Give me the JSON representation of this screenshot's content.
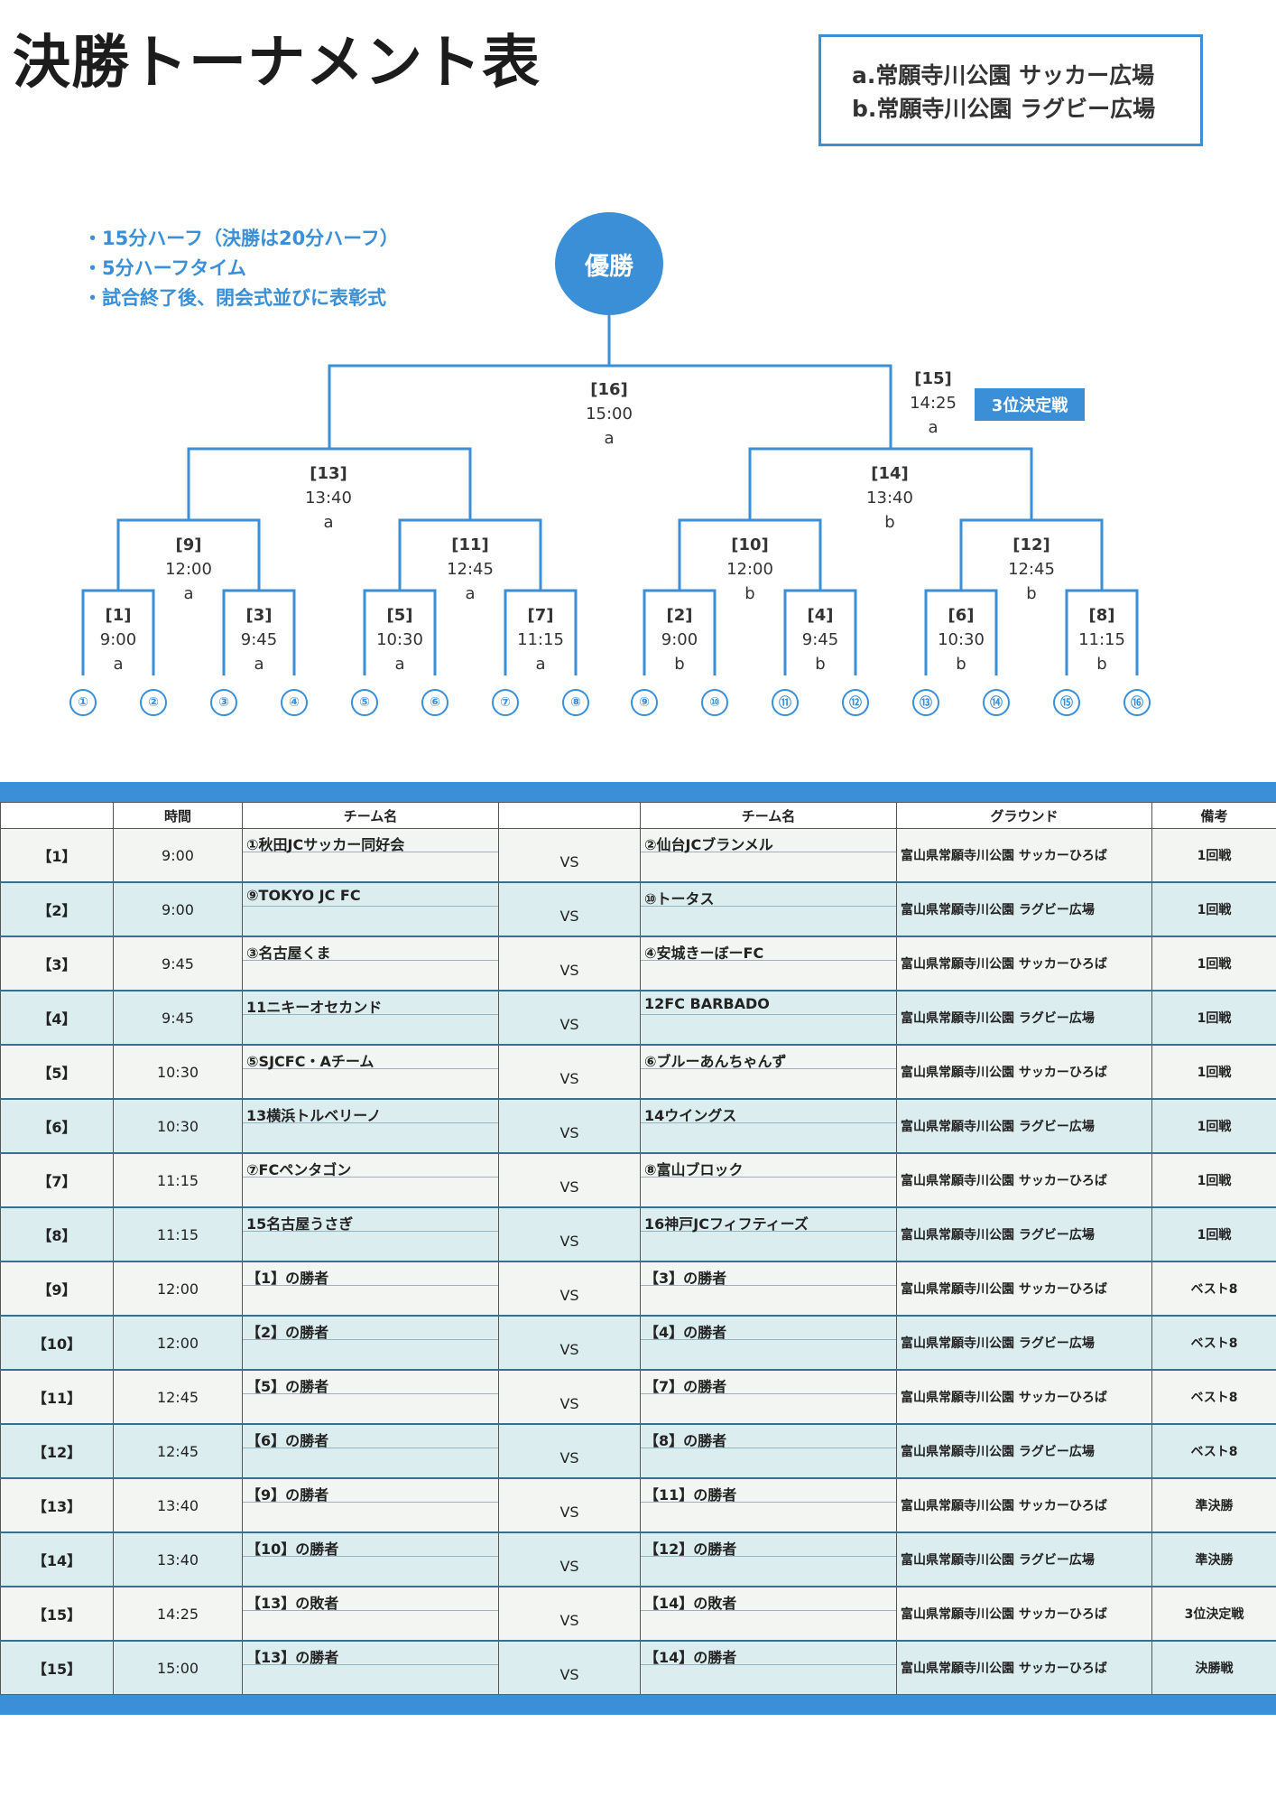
{
  "title": "決勝トーナメント表",
  "venues": [
    "a.常願寺川公園 サッカー広場",
    "b.常願寺川公園 ラグビー広場"
  ],
  "notes": [
    "・15分ハーフ（決勝は20分ハーフ）",
    "・5分ハーフタイム",
    "・試合終了後、閉会式並びに表彰式"
  ],
  "winner_label": "優勝",
  "third_place_label": "3位決定戦",
  "bracket": {
    "matches": [
      {
        "no": "[1]",
        "time": "9:00",
        "ground": "a"
      },
      {
        "no": "[3]",
        "time": "9:45",
        "ground": "a"
      },
      {
        "no": "[5]",
        "time": "10:30",
        "ground": "a"
      },
      {
        "no": "[7]",
        "time": "11:15",
        "ground": "a"
      },
      {
        "no": "[2]",
        "time": "9:00",
        "ground": "b"
      },
      {
        "no": "[4]",
        "time": "9:45",
        "ground": "b"
      },
      {
        "no": "[6]",
        "time": "10:30",
        "ground": "b"
      },
      {
        "no": "[8]",
        "time": "11:15",
        "ground": "b"
      },
      {
        "no": "[9]",
        "time": "12:00",
        "ground": "a"
      },
      {
        "no": "[11]",
        "time": "12:45",
        "ground": "a"
      },
      {
        "no": "[10]",
        "time": "12:00",
        "ground": "b"
      },
      {
        "no": "[12]",
        "time": "12:45",
        "ground": "b"
      },
      {
        "no": "[13]",
        "time": "13:40",
        "ground": "a"
      },
      {
        "no": "[14]",
        "time": "13:40",
        "ground": "b"
      },
      {
        "no": "[16]",
        "time": "15:00",
        "ground": "a"
      },
      {
        "no": "[15]",
        "time": "14:25",
        "ground": "a"
      }
    ],
    "teams": [
      "①",
      "②",
      "③",
      "④",
      "⑤",
      "⑥",
      "⑦",
      "⑧",
      "⑨",
      "⑩",
      "⑪",
      "⑫",
      "⑬",
      "⑭",
      "⑮",
      "⑯"
    ]
  },
  "table": {
    "headers": [
      "",
      "時間",
      "チーム名",
      "",
      "チーム名",
      "グラウンド",
      "備考"
    ],
    "vs_label": "VS",
    "rows": [
      {
        "id": "【1】",
        "time": "9:00",
        "team1": "①秋田JCサッカー同好会",
        "team2": "②仙台JCブランメル",
        "ground": "富山県常願寺川公園 サッカーひろば",
        "note": "1回戦"
      },
      {
        "id": "【2】",
        "time": "9:00",
        "team1": "⑨TOKYO JC FC",
        "team2": "⑩トータス",
        "ground": "富山県常願寺川公園 ラグビー広場",
        "note": "1回戦"
      },
      {
        "id": "【3】",
        "time": "9:45",
        "team1": "③名古屋くま",
        "team2": "④安城きーぼーFC",
        "ground": "富山県常願寺川公園 サッカーひろば",
        "note": "1回戦"
      },
      {
        "id": "【4】",
        "time": "9:45",
        "team1": "11ニキーオセカンド",
        "team2": "12FC BARBADO",
        "ground": "富山県常願寺川公園 ラグビー広場",
        "note": "1回戦"
      },
      {
        "id": "【5】",
        "time": "10:30",
        "team1": "⑤SJCFC・Aチーム",
        "team2": "⑥ブルーあんちゃんず",
        "ground": "富山県常願寺川公園 サッカーひろば",
        "note": "1回戦"
      },
      {
        "id": "【6】",
        "time": "10:30",
        "team1": "13横浜トルベリーノ",
        "team2": "14ウイングス",
        "ground": "富山県常願寺川公園 ラグビー広場",
        "note": "1回戦"
      },
      {
        "id": "【7】",
        "time": "11:15",
        "team1": "⑦FCペンタゴン",
        "team2": "⑧富山ブロック",
        "ground": "富山県常願寺川公園 サッカーひろば",
        "note": "1回戦"
      },
      {
        "id": "【8】",
        "time": "11:15",
        "team1": "15名古屋うさぎ",
        "team2": "16神戸JCフィフティーズ",
        "ground": "富山県常願寺川公園 ラグビー広場",
        "note": "1回戦"
      },
      {
        "id": "【9】",
        "time": "12:00",
        "team1": "【1】の勝者",
        "team2": "【3】の勝者",
        "ground": "富山県常願寺川公園 サッカーひろば",
        "note": "ベスト8"
      },
      {
        "id": "【10】",
        "time": "12:00",
        "team1": "【2】の勝者",
        "team2": "【4】の勝者",
        "ground": "富山県常願寺川公園 ラグビー広場",
        "note": "ベスト8"
      },
      {
        "id": "【11】",
        "time": "12:45",
        "team1": "【5】の勝者",
        "team2": "【7】の勝者",
        "ground": "富山県常願寺川公園 サッカーひろば",
        "note": "ベスト8"
      },
      {
        "id": "【12】",
        "time": "12:45",
        "team1": "【6】の勝者",
        "team2": "【8】の勝者",
        "ground": "富山県常願寺川公園 ラグビー広場",
        "note": "ベスト8"
      },
      {
        "id": "【13】",
        "time": "13:40",
        "team1": "【9】の勝者",
        "team2": "【11】の勝者",
        "ground": "富山県常願寺川公園 サッカーひろば",
        "note": "準決勝"
      },
      {
        "id": "【14】",
        "time": "13:40",
        "team1": "【10】の勝者",
        "team2": "【12】の勝者",
        "ground": "富山県常願寺川公園 ラグビー広場",
        "note": "準決勝"
      },
      {
        "id": "【15】",
        "time": "14:25",
        "team1": "【13】の敗者",
        "team2": "【14】の敗者",
        "ground": "富山県常願寺川公園 サッカーひろば",
        "note": "3位決定戦"
      },
      {
        "id": "【15】",
        "time": "15:00",
        "team1": "【13】の勝者",
        "team2": "【14】の勝者",
        "ground": "富山県常願寺川公園 サッカーひろば",
        "note": "決勝戦"
      }
    ]
  },
  "colors": {
    "accent": "#3a8fd6",
    "row_light": "#f2f5f1",
    "row_blue": "#dcedf0"
  }
}
